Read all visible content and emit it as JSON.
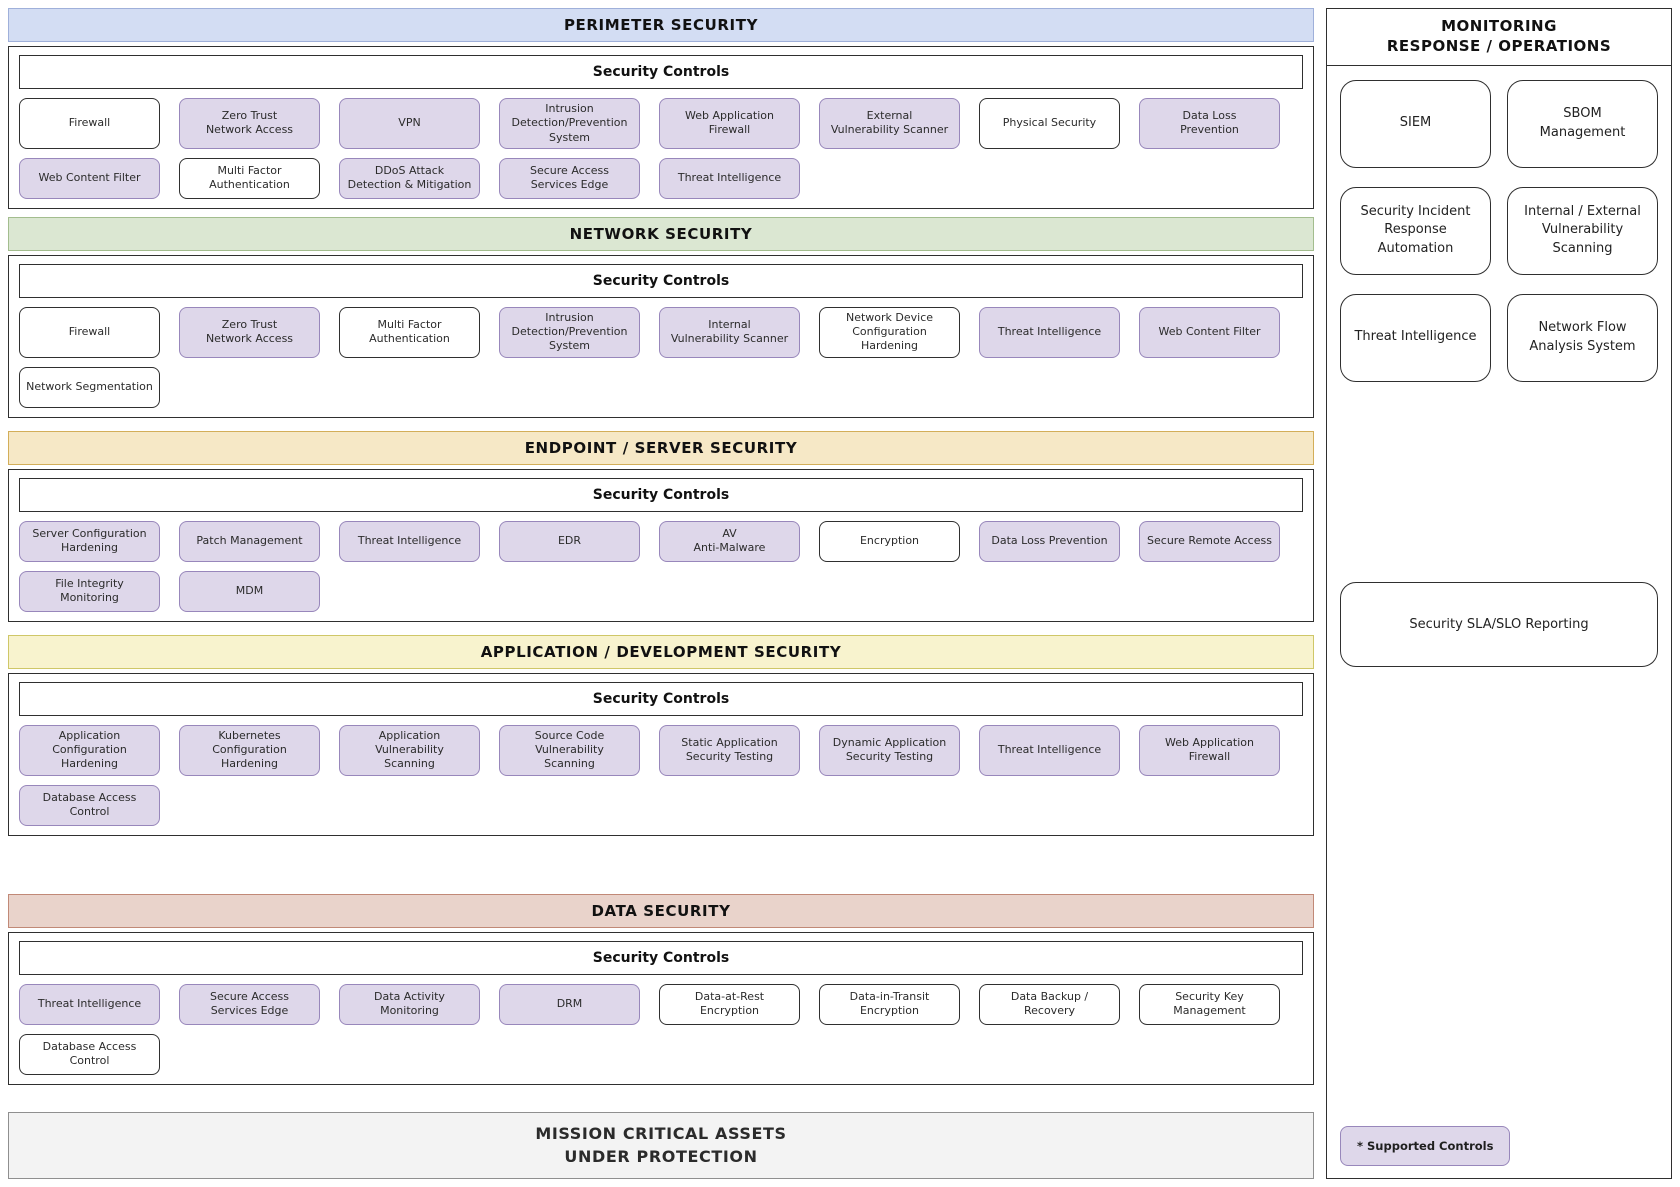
{
  "labels": {
    "security_controls": "Security Controls"
  },
  "palette": {
    "supported_bg": "#ded7ea",
    "supported_border": "#9887bb",
    "unsupported_bg": "#ffffff",
    "unsupported_border": "#2f2f2f"
  },
  "sections": [
    {
      "key": "perimeter",
      "title": "PERIMETER SECURITY",
      "colors": {
        "bg": "#d3ddf3",
        "border": "#9fb0da"
      },
      "controls": [
        {
          "label": "Firewall",
          "supported": false
        },
        {
          "label": "Zero Trust\nNetwork Access",
          "supported": true
        },
        {
          "label": "VPN",
          "supported": true
        },
        {
          "label": "Intrusion\nDetection/Prevention\nSystem",
          "supported": true
        },
        {
          "label": "Web Application Firewall",
          "supported": true
        },
        {
          "label": "External\nVulnerability Scanner",
          "supported": true
        },
        {
          "label": "Physical Security",
          "supported": false
        },
        {
          "label": "Data Loss\nPrevention",
          "supported": true
        },
        {
          "label": "Web Content Filter",
          "supported": true
        },
        {
          "label": "Multi Factor\nAuthentication",
          "supported": false
        },
        {
          "label": "DDoS Attack\nDetection & Mitigation",
          "supported": true
        },
        {
          "label": "Secure Access\nServices Edge",
          "supported": true
        },
        {
          "label": "Threat Intelligence",
          "supported": true
        }
      ]
    },
    {
      "key": "network",
      "title": "NETWORK SECURITY",
      "colors": {
        "bg": "#dbe7d2",
        "border": "#a3bd8e"
      },
      "controls": [
        {
          "label": "Firewall",
          "supported": false
        },
        {
          "label": "Zero Trust\nNetwork Access",
          "supported": true
        },
        {
          "label": "Multi Factor\nAuthentication",
          "supported": false
        },
        {
          "label": "Intrusion\nDetection/Prevention\nSystem",
          "supported": true
        },
        {
          "label": "Internal\nVulnerability Scanner",
          "supported": true
        },
        {
          "label": "Network Device\nConfiguration Hardening",
          "supported": false
        },
        {
          "label": "Threat Intelligence",
          "supported": true
        },
        {
          "label": "Web Content Filter",
          "supported": true
        },
        {
          "label": "Network Segmentation",
          "supported": false
        }
      ]
    },
    {
      "key": "endpoint",
      "title": "ENDPOINT / SERVER SECURITY",
      "colors": {
        "bg": "#f6e8c6",
        "border": "#d3ae59"
      },
      "controls": [
        {
          "label": "Server Configuration\nHardening",
          "supported": true
        },
        {
          "label": "Patch Management",
          "supported": true
        },
        {
          "label": "Threat Intelligence",
          "supported": true
        },
        {
          "label": "EDR",
          "supported": true
        },
        {
          "label": "AV\nAnti-Malware",
          "supported": true
        },
        {
          "label": "Encryption",
          "supported": false
        },
        {
          "label": "Data Loss Prevention",
          "supported": true
        },
        {
          "label": "Secure Remote Access",
          "supported": true
        },
        {
          "label": "File Integrity Monitoring",
          "supported": true
        },
        {
          "label": "MDM",
          "supported": true
        }
      ]
    },
    {
      "key": "application",
      "title": "APPLICATION / DEVELOPMENT SECURITY",
      "colors": {
        "bg": "#f8f3ce",
        "border": "#cfc768"
      },
      "controls": [
        {
          "label": "Application Configuration\nHardening",
          "supported": true
        },
        {
          "label": "Kubernetes Configuration\nHardening",
          "supported": true
        },
        {
          "label": "Application Vulnerability\nScanning",
          "supported": true
        },
        {
          "label": "Source Code Vulnerability\nScanning",
          "supported": true
        },
        {
          "label": "Static Application\nSecurity Testing",
          "supported": true
        },
        {
          "label": "Dynamic Application\nSecurity Testing",
          "supported": true
        },
        {
          "label": "Threat Intelligence",
          "supported": true
        },
        {
          "label": "Web Application Firewall",
          "supported": true
        },
        {
          "label": "Database Access Control",
          "supported": true
        }
      ]
    },
    {
      "key": "data",
      "title": "DATA SECURITY",
      "colors": {
        "bg": "#e9d3cb",
        "border": "#c18977"
      },
      "controls": [
        {
          "label": "Threat Intelligence",
          "supported": true
        },
        {
          "label": "Secure Access\nServices Edge",
          "supported": true
        },
        {
          "label": "Data Activity Monitoring",
          "supported": true
        },
        {
          "label": "DRM",
          "supported": true
        },
        {
          "label": "Data-at-Rest\nEncryption",
          "supported": false
        },
        {
          "label": "Data-in-Transit\nEncryption",
          "supported": false
        },
        {
          "label": "Data Backup / Recovery",
          "supported": false
        },
        {
          "label": "Security Key Management",
          "supported": false
        }
      ]
    }
  ],
  "data_section_row2": [
    {
      "label": "Database Access Control",
      "supported": false
    }
  ],
  "monitoring": {
    "title": "MONITORING\nRESPONSE / OPERATIONS",
    "boxes": [
      {
        "label": "SIEM"
      },
      {
        "label": "SBOM\nManagement"
      },
      {
        "label": "Security Incident\nResponse Automation"
      },
      {
        "label": "Internal / External\nVulnerability Scanning"
      },
      {
        "label": "Threat Intelligence"
      },
      {
        "label": "Network Flow\nAnalysis System"
      }
    ],
    "wide_box": {
      "label": "Security SLA/SLO Reporting"
    },
    "legend": {
      "label": "* Supported Controls"
    }
  },
  "footer": {
    "label": "MISSION CRITICAL ASSETS\nUNDER PROTECTION"
  }
}
